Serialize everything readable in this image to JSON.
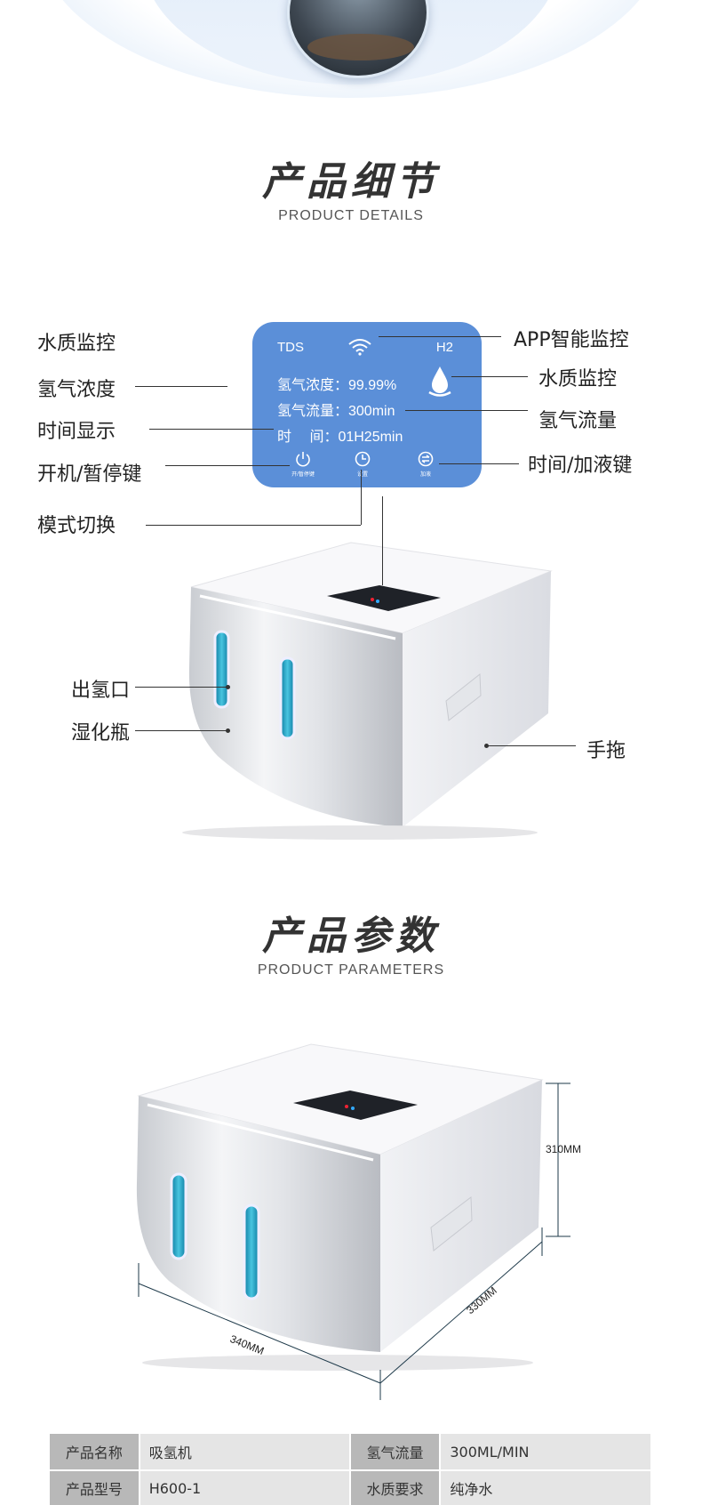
{
  "details_section": {
    "title_zh": "产品细节",
    "title_en": "PRODUCT DETAILS"
  },
  "panel": {
    "tds": "TDS",
    "h2": "H2",
    "row1": "氢气浓度：99.99%",
    "row2": "氢气流量：300min",
    "row3": "时　 间：01H25min",
    "btn1": "开/暂停键",
    "btn2": "设置",
    "btn3": "加液"
  },
  "callouts": {
    "water_quality_left": "水质监控",
    "h2_concentration": "氢气浓度",
    "time_display": "时间显示",
    "power_pause": "开机/暂停键",
    "mode_switch": "模式切换",
    "app_monitor": "APP智能监控",
    "water_quality_right": "水质监控",
    "h2_flow": "氢气流量",
    "time_refill": "时间/加液键",
    "h2_outlet": "出氢口",
    "humidifier": "湿化瓶",
    "handle": "手拖"
  },
  "params_section": {
    "title_zh": "产品参数",
    "title_en": "PRODUCT PARAMETERS"
  },
  "dimensions": {
    "height": "310MM",
    "depth": "330MM",
    "width": "340MM"
  },
  "params_table": {
    "row1": {
      "k1": "产品名称",
      "v1": "吸氢机",
      "k2": "氢气流量",
      "v2": "300ML/MIN"
    },
    "row2": {
      "k1": "产品型号",
      "v1": "H600-1",
      "k2": "水质要求",
      "v2": "纯净水"
    }
  },
  "colors": {
    "panel_blue": "#5b8fd8",
    "table_key_bg": "#b8b8b8",
    "table_val_bg": "#e5e5e5",
    "bottle_blue": "#2aa7c8"
  }
}
